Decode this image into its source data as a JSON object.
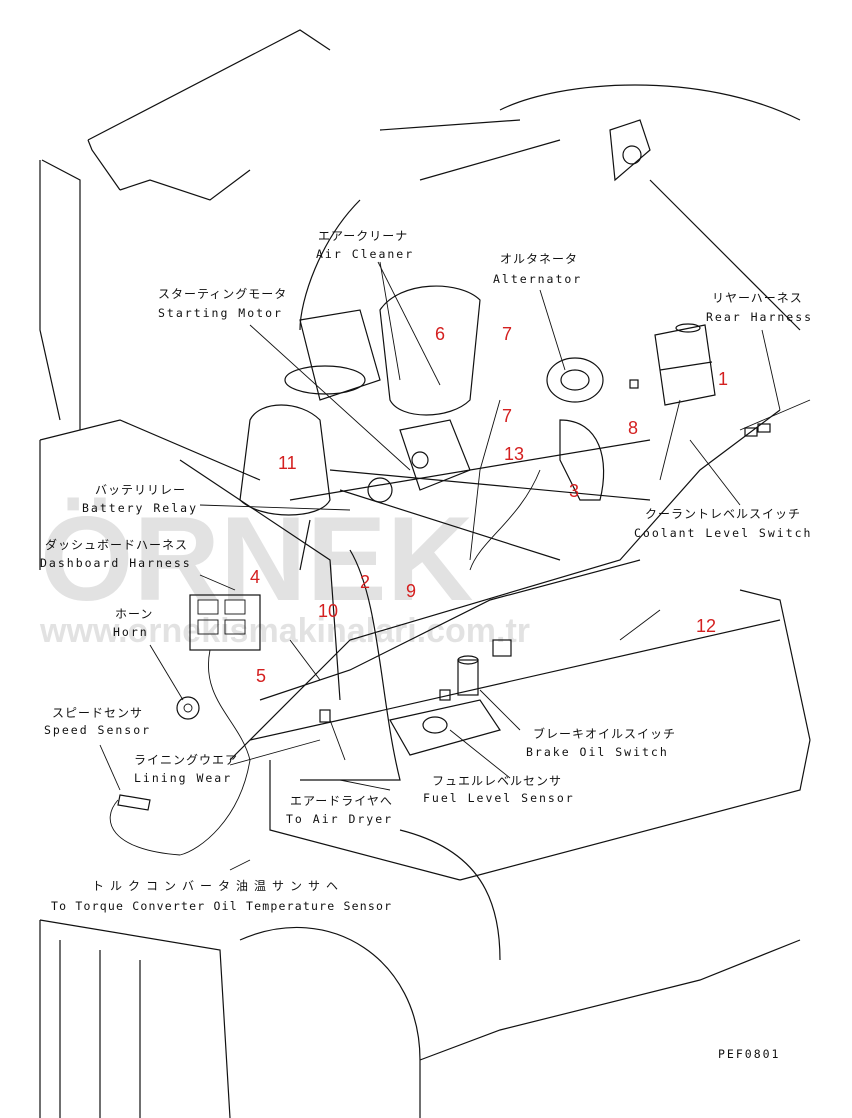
{
  "labels": {
    "air_cleaner": {
      "jp": "エアークリーナ",
      "en": "Air Cleaner"
    },
    "alternator": {
      "jp": "オルタネータ",
      "en": "Alternator"
    },
    "starting_motor": {
      "jp": "スターティングモータ",
      "en": "Starting Motor"
    },
    "rear_harness": {
      "jp": "リヤーハーネス",
      "en": "Rear Harness"
    },
    "battery_relay": {
      "jp": "バッテリリレー",
      "en": "Battery Relay"
    },
    "coolant_level_switch": {
      "jp": "クーラントレベルスイッチ",
      "en": "Coolant Level Switch"
    },
    "dashboard_harness": {
      "jp": "ダッシュボードハーネス",
      "en": "Dashboard Harness"
    },
    "horn": {
      "jp": "ホーン",
      "en": "Horn"
    },
    "speed_sensor": {
      "jp": "スピードセンサ",
      "en": "Speed Sensor"
    },
    "lining_wear": {
      "jp": "ライニングウエア",
      "en": "Lining Wear"
    },
    "brake_oil_switch": {
      "jp": "ブレーキオイルスイッチ",
      "en": "Brake Oil Switch"
    },
    "fuel_level_sensor": {
      "jp": "フュエルレベルセンサ",
      "en": "Fuel Level Sensor"
    },
    "to_air_dryer": {
      "jp": "エアードライヤへ",
      "en": "To Air Dryer"
    },
    "to_torque_converter": {
      "jp": "トルクコンバータ油温サンサヘ",
      "en": "To Torque Converter Oil Temperature Sensor"
    }
  },
  "callouts": [
    "1",
    "2",
    "3",
    "4",
    "5",
    "6",
    "7",
    "7",
    "8",
    "9",
    "10",
    "11",
    "12",
    "13"
  ],
  "figure_code": "PEF0801",
  "watermark": {
    "brand": "ÖRNEK",
    "url": "www.ornekismakinalari.com.tr"
  }
}
